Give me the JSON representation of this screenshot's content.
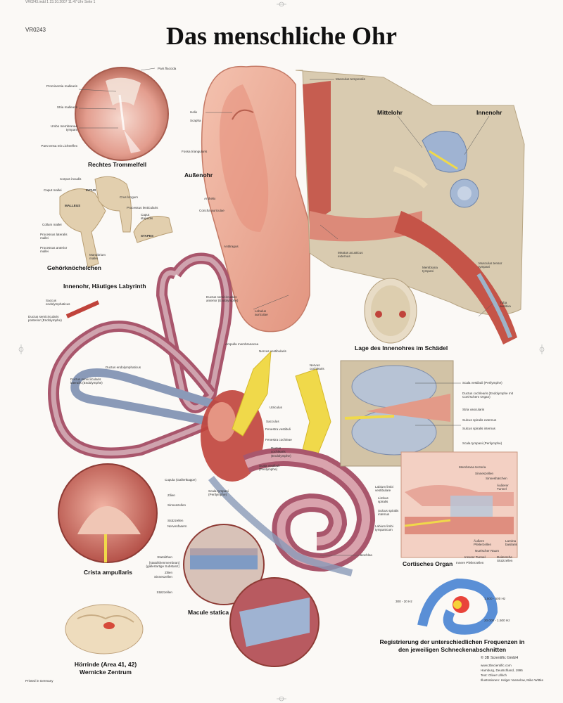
{
  "header": {
    "code": "VR0243",
    "title": "Das menschliche Ohr",
    "top_meta": "VR0243.indd 1   23.10.2007   11:47 Uhr   Seite 1"
  },
  "footer": {
    "printed": "Printed in Germany",
    "publisher": "© 3B Scientific GmbH",
    "website": "www.3bscientific.com",
    "place": "Hamburg, Deutschland, 1995",
    "text_credit": "Text: Oliver Ullrich",
    "illustrations": "Illustrationen: Holger Vanselow, Mike Wittke"
  },
  "trommelfell": {
    "caption": "Rechtes Trommelfell",
    "labels": {
      "pars_flaccida": "Pars flaccida",
      "prominentia": "Prominentia mallearis",
      "stria": "Stria mallearis",
      "umbo": "Umbo membranae tympani",
      "pars_tensa": "Pars tensa mit Lichtreflex"
    }
  },
  "knoechelchen": {
    "caption": "Gehörknöchelchen",
    "labels": {
      "corpus": "Corpus incudis",
      "caput_mallei": "Caput mallei",
      "incus": "INCUS",
      "malleus": "MALLEUS",
      "crus": "Crus longum",
      "proc_lent": "Processus lenticularis",
      "caput_stapedis": "Caput stapedis",
      "stapes": "STAPES",
      "collum": "Collum mallei",
      "proc_lat": "Processus lateralis mallei",
      "proc_ant": "Processus anterior mallei",
      "manubrium": "Manubrium mallei"
    }
  },
  "outer_ear": {
    "caption_aussen": "Außenohr",
    "caption_mittel": "Mittelohr",
    "caption_innen": "Innenohr",
    "labels": {
      "temporalis": "Musculus temporalis",
      "helix": "Helix",
      "scapha": "Scapha",
      "fossa": "Fossa triangularis",
      "anthelix": "Anthelix",
      "concha": "Concha auriculae",
      "antitragus": "Antitragus",
      "meatus": "Meatus acusticus externus",
      "membrana": "Membrana tympani",
      "tensor": "Musculus tensor tympani",
      "tuba": "Tuba auditiva",
      "lobulus": "Lobulus auriculae"
    }
  },
  "skull": {
    "caption": "Lage des Innenohres im Schädel"
  },
  "labyrinth": {
    "caption": "Innenohr, Häutiges Labyrinth",
    "labels": {
      "saccus": "Saccus endolymphaticus",
      "posterior": "Ductus semicircularis posterior (Endolymphe)",
      "anterior": "Ductus semicircularis anterior (Endolymphe)",
      "ampulla": "Ampulla membranacea",
      "nervus_vest": "Nervus vestibularis",
      "nervus_coch": "Nervus cochlearis",
      "ductus_endo": "Ductus endolymphaticus",
      "lateralis": "Ductus semicircularis lateralis (Endolymphe)",
      "utriculus": "Utriculus",
      "sacculus": "Sacculus",
      "fen_vest": "Fenestra vestibuli",
      "fen_coch": "Fenestra cochleae",
      "ductus_coch": "Ductus cochlearis (Endolymphe)",
      "scala_vest": "Scala vestibuli (Perilymphe)",
      "scala_tymp": "Scala tympani (Perilymphe)",
      "cochlea": "Cochlea"
    }
  },
  "cochlea_section": {
    "labels": {
      "scala_vest": "Scala vestibuli (Perilymphe)",
      "ductus": "Ductus cochlearis (Endolymphe mit Corti'schem Organ)",
      "stria": "Stria vascularis",
      "sulcus_ext": "Sulcus spiralis externus",
      "sulcus_int": "Sulcus spiralis internus",
      "scala_tymp": "Scala tympani (Perilymphe)"
    }
  },
  "corti": {
    "caption": "Cortisches Organ",
    "labels": {
      "membrana_tect": "Membrana tectoria",
      "sinneszellen": "Sinneszellen",
      "sinneshaerchen": "Sinneshärchen",
      "aeusserer_tunnel": "Äußerer Tunnel",
      "labium_vest": "Labium limbi vestibulare",
      "limbus": "Limbus spiralis",
      "sulcus": "Sulcus spiralis internus",
      "labium_tymp": "Labium limbi tympanicum",
      "aeussere_pf": "Äußere Pfeilerzellen",
      "nuel": "Nuelscher Raum",
      "innerer_tunnel": "Innerer Tunnel",
      "innere_pf": "Innere Pfeilerzellen",
      "lamina": "Lamina basilaris",
      "deiters": "Deitersche Stützzellen"
    }
  },
  "crista": {
    "caption": "Crista ampullaris",
    "labels": {
      "cupula": "Cupula (Gallertkappe)",
      "zilien": "Zilien",
      "sinneszellen": "Sinneszellen",
      "stuetz": "Stützzellen",
      "nerven": "Nervenfasern"
    }
  },
  "macula": {
    "caption": "Macule statica",
    "labels": {
      "statolithen": "Statolithen",
      "membran": "[statolithenmembran] (gallertartige Substanz)",
      "zilien": "Zilien",
      "sinnes": "Sinneszellen",
      "stuetz": "Stützzellen"
    }
  },
  "brain": {
    "caption1": "Hörrinde (Area 41, 42)",
    "caption2": "Wernicke Zentrum"
  },
  "frequency": {
    "caption1": "Registrierung der unterschiedlichen Frequenzen in",
    "caption2": "den jeweiligen Schneckenabschnitten",
    "f1": "300 - 20 Hz",
    "f2": "1.500 - 500 Hz",
    "f3": "20.000 - 1.500 Hz"
  },
  "colors": {
    "flesh": "#e9a08e",
    "red": "#c0433b",
    "bone": "#d8c9ad",
    "nerve": "#f0d94a",
    "blue": "#8aa3c2"
  }
}
